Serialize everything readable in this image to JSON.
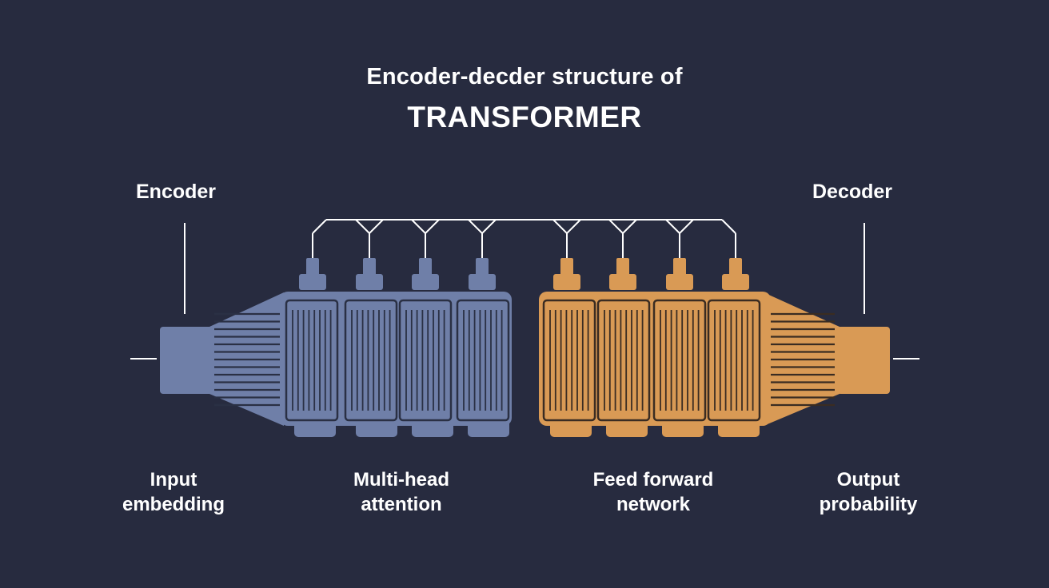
{
  "title": {
    "line1": "Encoder-decder structure of",
    "line2": "TRANSFORMER"
  },
  "labels": {
    "encoder": "Encoder",
    "decoder": "Decoder",
    "input": "Input embedding",
    "input_line1": "Input",
    "input_line2": "embedding",
    "attention_line1": "Multi-head",
    "attention_line2": "attention",
    "ffn_line1": "Feed forward",
    "ffn_line2": "network",
    "output_line1": "Output",
    "output_line2": "probability"
  },
  "colors": {
    "background": "#272b3f",
    "encoder": "#6f7fa8",
    "encoder_dark": "#2a3044",
    "decoder": "#d99a55",
    "decoder_dark": "#3a2c22",
    "line": "#ffffff"
  }
}
